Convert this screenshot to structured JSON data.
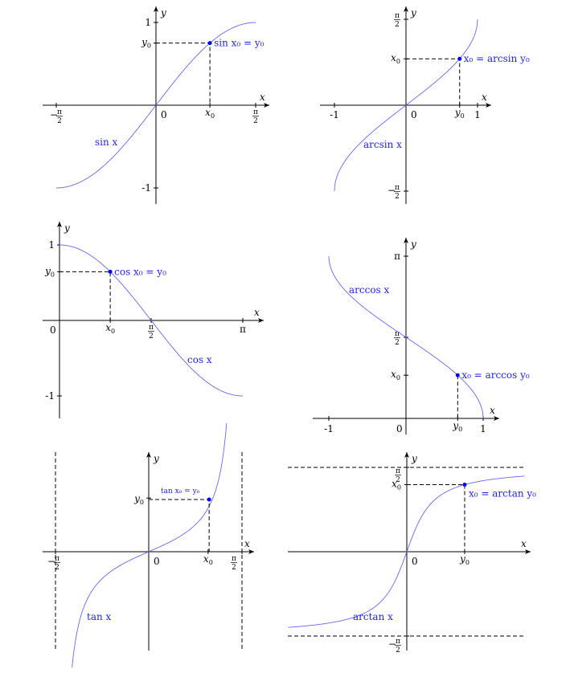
{
  "panels": [
    {
      "id": "sin",
      "axis": {
        "x": "x",
        "y": "y"
      },
      "xticks": [
        {
          "t": "−",
          "f": [
            "π",
            "2"
          ]
        },
        {
          "t": "x",
          "sub": "0"
        },
        {
          "f": [
            "π",
            "2"
          ]
        }
      ],
      "yticks": [
        {
          "t": "1"
        },
        {
          "t": "y",
          "sub": "0"
        },
        {
          "t": "-1"
        }
      ],
      "origin": "0",
      "point_label": "sin x₀ = y₀",
      "curve_label": "sin x"
    },
    {
      "id": "arcsin",
      "axis": {
        "x": "x",
        "y": "y"
      },
      "xticks": [
        {
          "t": "-1"
        },
        {
          "t": "y",
          "sub": "0"
        },
        {
          "t": "1"
        }
      ],
      "yticks": [
        {
          "f": [
            "π",
            "2"
          ]
        },
        {
          "t": "x",
          "sub": "0"
        },
        {
          "t": "−",
          "f": [
            "π",
            "2"
          ]
        }
      ],
      "origin": "0",
      "point_label": "x₀ = arcsin y₀",
      "curve_label": "arcsin x"
    },
    {
      "id": "cos",
      "axis": {
        "x": "x",
        "y": "y"
      },
      "xticks": [
        {
          "t": "x",
          "sub": "0"
        },
        {
          "f": [
            "π",
            "2"
          ]
        },
        {
          "t": "π"
        }
      ],
      "yticks": [
        {
          "t": "1"
        },
        {
          "t": "y",
          "sub": "0"
        },
        {
          "t": "-1"
        }
      ],
      "origin": "0",
      "point_label": "cos x₀ = y₀",
      "curve_label": "cos x"
    },
    {
      "id": "arccos",
      "axis": {
        "x": "x",
        "y": "y"
      },
      "xticks": [
        {
          "t": "-1"
        },
        {
          "t": "y",
          "sub": "0"
        },
        {
          "t": "1"
        }
      ],
      "yticks": [
        {
          "t": "π"
        },
        {
          "f": [
            "π",
            "2"
          ]
        },
        {
          "t": "x",
          "sub": "0"
        }
      ],
      "origin": "0",
      "point_label": "x₀ = arccos y₀",
      "curve_label": "arccos x"
    },
    {
      "id": "tan",
      "axis": {
        "x": "x",
        "y": "y"
      },
      "xticks": [
        {
          "t": "−",
          "f": [
            "π",
            "2"
          ]
        },
        {
          "t": "x",
          "sub": "0"
        },
        {
          "f": [
            "π",
            "2"
          ]
        }
      ],
      "yticks": [
        {
          "t": "y",
          "sub": "0"
        }
      ],
      "origin": "0",
      "point_label": "tan x₀ = y₀",
      "curve_label": "tan x"
    },
    {
      "id": "arctan",
      "axis": {
        "x": "x",
        "y": "y"
      },
      "xticks": [
        {
          "t": "y",
          "sub": "0"
        }
      ],
      "yticks": [
        {
          "f": [
            "π",
            "2"
          ]
        },
        {
          "t": "x",
          "sub": "0"
        },
        {
          "t": "−",
          "f": [
            "π",
            "2"
          ]
        }
      ],
      "origin": "0",
      "point_label": "x₀ = arctan y₀",
      "curve_label": "arctan x"
    }
  ]
}
